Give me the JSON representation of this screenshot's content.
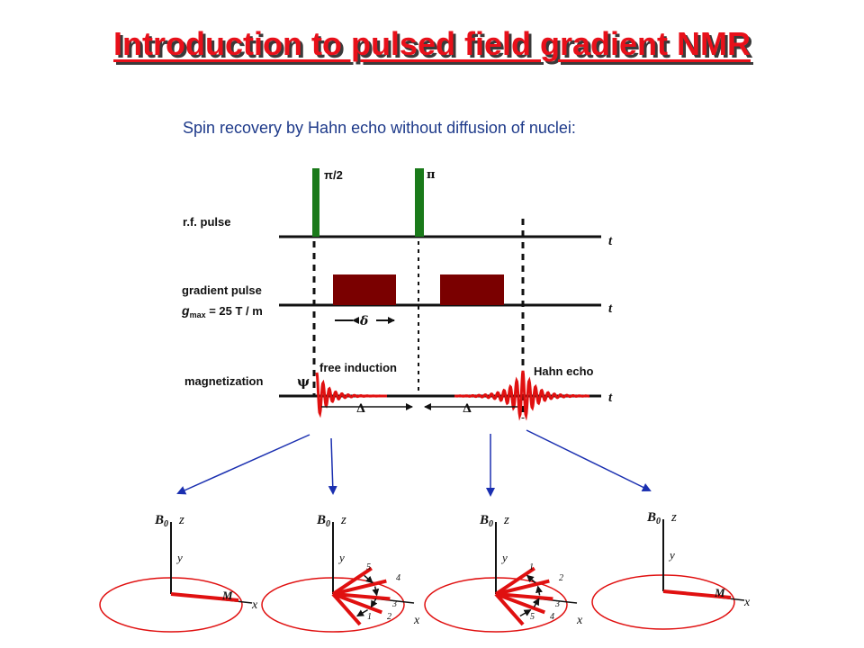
{
  "title": "Introduction to pulsed field gradient  NMR",
  "subtitle": "Spin recovery by Hahn echo without diffusion of nuclei:",
  "rows": {
    "rf_label": "r.f. pulse",
    "gradient_label": "gradient pulse",
    "gmax_symbol": "g",
    "gmax_sub": "max",
    "gmax_value": " = 25 T / m",
    "magnetization_label": "magnetization",
    "psi_symbol": "ψ",
    "time_symbol": "t"
  },
  "pulses": {
    "first": "π/2",
    "second": "π"
  },
  "annotations": {
    "delta_small": "δ",
    "free_induction": "free induction",
    "hahn_echo": "Hahn echo",
    "Delta_left": "Δ",
    "Delta_right": "Δ"
  },
  "frames": [
    {
      "b0": "B",
      "b0_sub": "0",
      "z": "z",
      "y": "y",
      "x": "x",
      "m": "M",
      "spins": []
    },
    {
      "b0": "B",
      "b0_sub": "0",
      "z": "z",
      "y": "y",
      "x": "x",
      "m": "",
      "spins": [
        "1",
        "2",
        "3",
        "4",
        "5"
      ]
    },
    {
      "b0": "B",
      "b0_sub": "0",
      "z": "z",
      "y": "y",
      "x": "x",
      "m": "",
      "spins": [
        "1",
        "2",
        "3",
        "4",
        "5"
      ]
    },
    {
      "b0": "B",
      "b0_sub": "0",
      "z": "z",
      "y": "y",
      "x": "x",
      "m": "M",
      "spins": []
    }
  ],
  "colors": {
    "title": "#e8101a",
    "subtitle": "#1e3a8a",
    "rf_pulse": "#1a7a1a",
    "gradient_pulse": "#7a0000",
    "signal": "#e01010",
    "arrow": "#1a2fb0"
  }
}
